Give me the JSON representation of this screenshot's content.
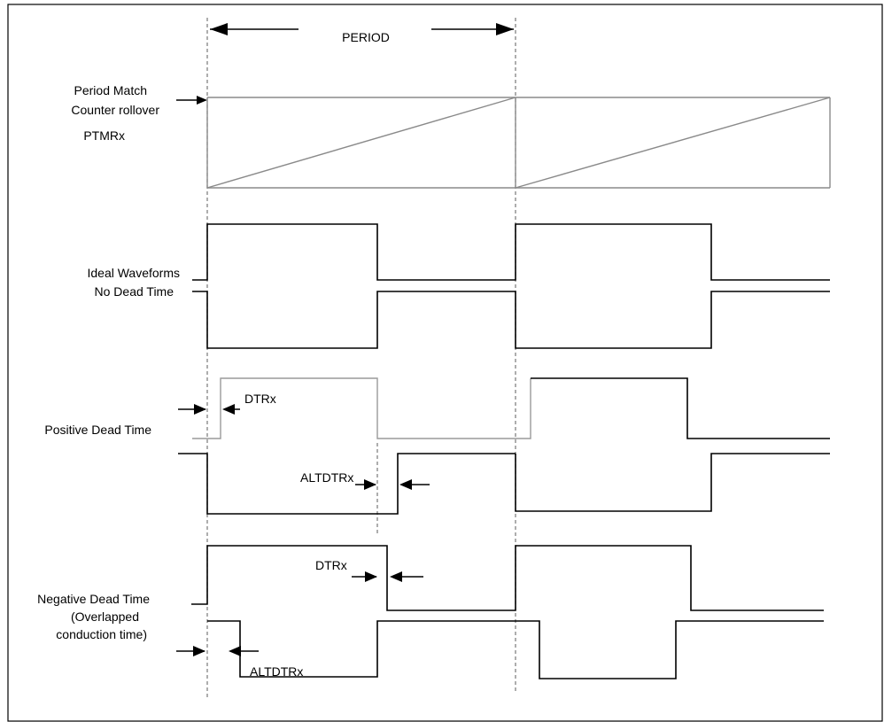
{
  "labels": {
    "period": "PERIOD",
    "period_match_line1": "Period Match",
    "period_match_line2": "Counter rollover",
    "ptmr": "PTMRx",
    "ideal_line1": "Ideal Waveforms",
    "ideal_line2": "No Dead Time",
    "dtr_positive": "DTRx",
    "positive_dead_time": "Positive Dead Time",
    "altdtr_positive": "ALTDTRx",
    "dtr_negative": "DTRx",
    "negative_line1": "Negative Dead Time",
    "negative_line2": "(Overlapped",
    "negative_line3": "conduction time)",
    "altdtr_negative": "ALTDTRx"
  },
  "colors": {
    "waveform": "#000000",
    "counter_ramp": "#8a8a8a",
    "guide_line": "#777777"
  },
  "icons": {
    "arrow_left": "arrow-left-icon",
    "arrow_right": "arrow-right-icon"
  }
}
